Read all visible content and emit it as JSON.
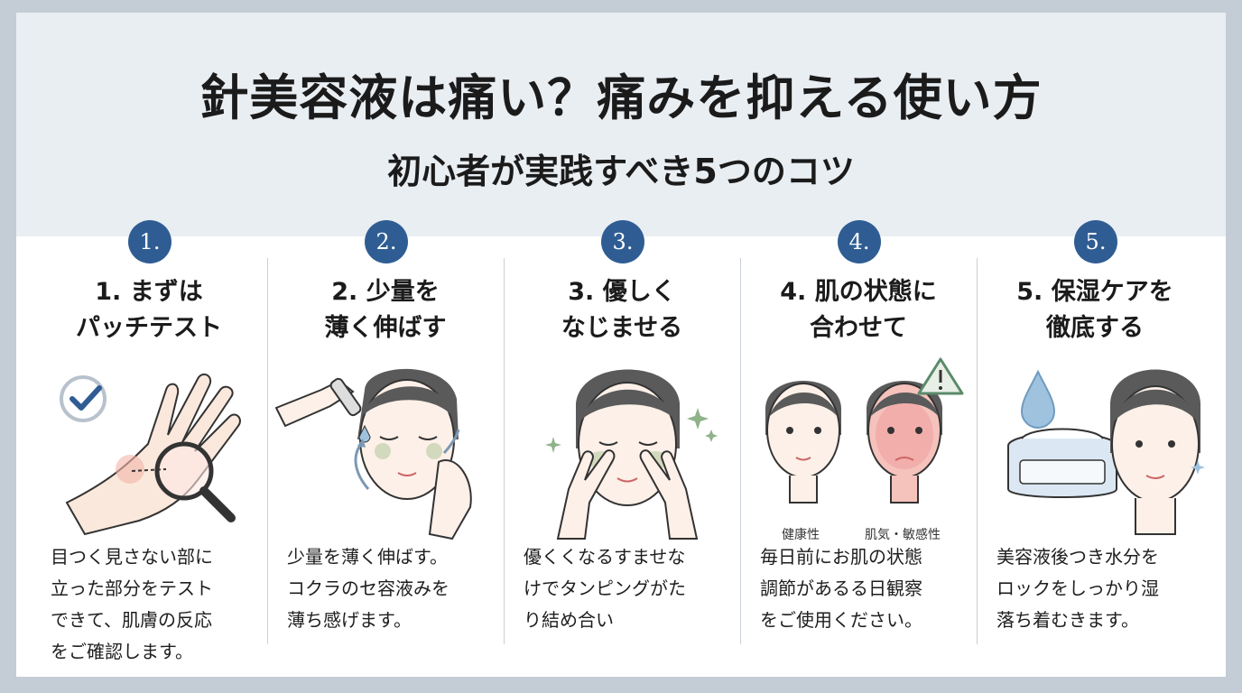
{
  "header": {
    "title": "針美容液は痛い？痛みを抑える使い方",
    "subtitle": "初心者が実践すべき5つのコツ"
  },
  "colors": {
    "badge": "#2f5d93",
    "header_bg": "#e9eef3",
    "redness": "#f0a0a0",
    "warning": "#5a8a6a"
  },
  "steps": [
    {
      "number": "1.",
      "title": "1. まずは\nパッチテスト",
      "icons": [
        "check-circle-icon",
        "hand-icon",
        "magnifier-icon"
      ],
      "description": "目つく見さない部に\n立った部分をテスト\nできて、肌膚の反応\nをご確認します。"
    },
    {
      "number": "2.",
      "title": "2. 少量を\n薄く伸ばす",
      "icons": [
        "dropper-icon",
        "face-icon",
        "arrow-icon"
      ],
      "description": "少量を薄く伸ばす。\nコクラのセ容液みを\n薄ち感げます。"
    },
    {
      "number": "3.",
      "title": "3. 優しく\nなじませる",
      "icons": [
        "face-icon",
        "fingers-icon",
        "sparkle-icon"
      ],
      "description": "優くくなるすませな\nけでタンピングがた\nり結め合い"
    },
    {
      "number": "4.",
      "title": "4. 肌の状態に\n合わせて",
      "icons": [
        "face-icon",
        "irritated-face-icon",
        "warning-icon"
      ],
      "captions": [
        "健康性",
        "肌気・敏感性"
      ],
      "description": "毎日前にお肌の状態\n調節があるる日観察\nをご使用ください。"
    },
    {
      "number": "5.",
      "title": "5. 保湿ケアを\n徹底する",
      "icons": [
        "water-drop-icon",
        "cream-jar-icon",
        "face-icon"
      ],
      "description": "美容液後つき水分を\nロックをしっかり湿\n落ち着むきます。"
    }
  ]
}
